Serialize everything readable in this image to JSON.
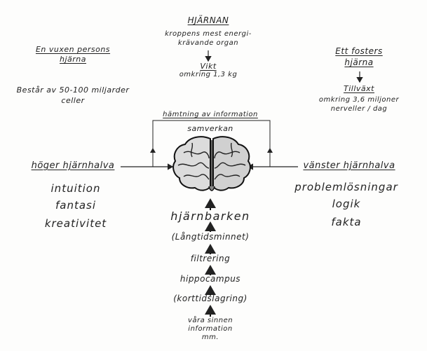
{
  "title": "HJÄRNAN",
  "subtitle_lines": [
    "kroppens mest energi-",
    "krävande organ"
  ],
  "weight": {
    "label": "Vikt",
    "value": "omkring 1,3 kg"
  },
  "adult": {
    "heading_lines": [
      "En vuxen persons",
      "hjärna"
    ],
    "text_lines": [
      "Består av 50-100 miljarder",
      "celler"
    ]
  },
  "fetus": {
    "heading_lines": [
      "Ett fosters",
      "hjärna"
    ],
    "growth_label": "Tillväxt",
    "growth_lines": [
      "omkring 3,6 miljoner",
      "nerveller / dag"
    ]
  },
  "center": {
    "top_label": "hämtning av information",
    "cooperation": "samverkan"
  },
  "right_hemisphere": {
    "label": "höger hjärnhalva",
    "traits": [
      "intuition",
      "fantasi",
      "kreativitet"
    ]
  },
  "left_hemisphere": {
    "label": "vänster hjärnhalva",
    "traits": [
      "problemlösningar",
      "logik",
      "fakta"
    ]
  },
  "flow": [
    "hjärnbarken",
    "(Långtidsminnet)",
    "filtrering",
    "hippocampus",
    "(korttidslagring)"
  ],
  "flow_bottom_lines": [
    "våra sinnen",
    "information",
    "mm."
  ],
  "icons": {
    "brain": "brain-icon"
  }
}
